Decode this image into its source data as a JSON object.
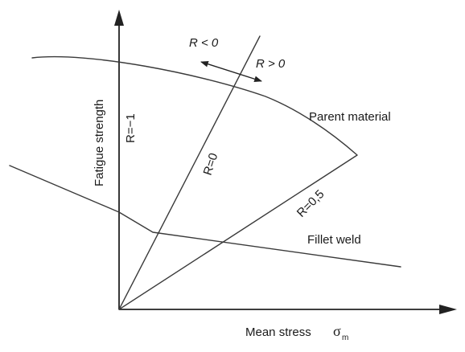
{
  "axes": {
    "y_label": "Fatigue strength",
    "x_label": "Mean stress",
    "x_symbol": "σ",
    "x_subscript": "m"
  },
  "curves": {
    "parent_material": "Parent material",
    "fillet_weld": "Fillet weld"
  },
  "rays": {
    "r_minus_one": "R=−1",
    "r_zero": "R=0",
    "r_half": "R=0,5"
  },
  "regions": {
    "r_less": "R < 0",
    "r_greater": "R > 0"
  }
}
